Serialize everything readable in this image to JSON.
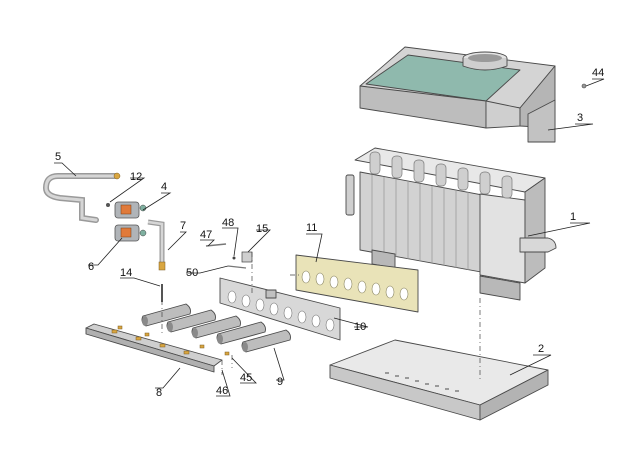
{
  "callouts": {
    "c1": "1",
    "c2": "2",
    "c3": "3",
    "c4": "4",
    "c5": "5",
    "c6": "6",
    "c7": "7",
    "c8": "8",
    "c9": "9",
    "c10": "10",
    "c11": "11",
    "c12": "12",
    "c14": "14",
    "c15": "15",
    "c44": "44",
    "c45": "45",
    "c46": "46",
    "c47": "47",
    "c48": "48",
    "c50": "50"
  },
  "colors": {
    "metal_light": "#e6e6e6",
    "metal_mid": "#c8c8c8",
    "metal_dark": "#a8a8a8",
    "hood_glass": "#8fb9ad",
    "burner_plate": "#e9e3b8",
    "brass": "#d9a640",
    "valve_orange": "#e07a3a",
    "valve_grey": "#b0b4b8"
  }
}
